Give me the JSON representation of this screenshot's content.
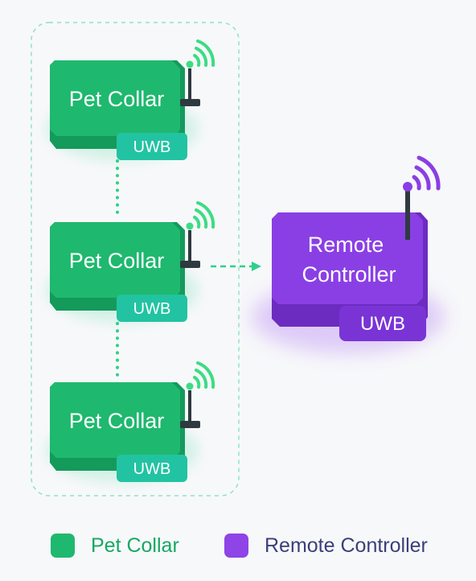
{
  "nodes": {
    "collar_1": {
      "label": "Pet Collar",
      "badge": "UWB"
    },
    "collar_2": {
      "label": "Pet Collar",
      "badge": "UWB"
    },
    "collar_3": {
      "label": "Pet Collar",
      "badge": "UWB"
    },
    "controller": {
      "label_line1": "Remote",
      "label_line2": "Controller",
      "badge": "UWB"
    }
  },
  "legend": {
    "pet_collar": {
      "label": "Pet Collar",
      "color": "#1fb86f"
    },
    "remote_controller": {
      "label": "Remote Controller",
      "color": "#8e44e6"
    }
  },
  "colors": {
    "collar_face": "#1fb86f",
    "collar_side": "#149a5b",
    "collar_badge": "#22c3a2",
    "controller_face": "#8a3fe4",
    "controller_side": "#6c2cc0",
    "controller_badge": "#7a34d6",
    "connector_green": "#2fd08a",
    "group_border": "#8fe3c0",
    "antenna": "#2f3a40"
  },
  "icons": {
    "collar_antenna": "wifi-signal-icon",
    "controller_antenna": "wifi-signal-icon"
  }
}
